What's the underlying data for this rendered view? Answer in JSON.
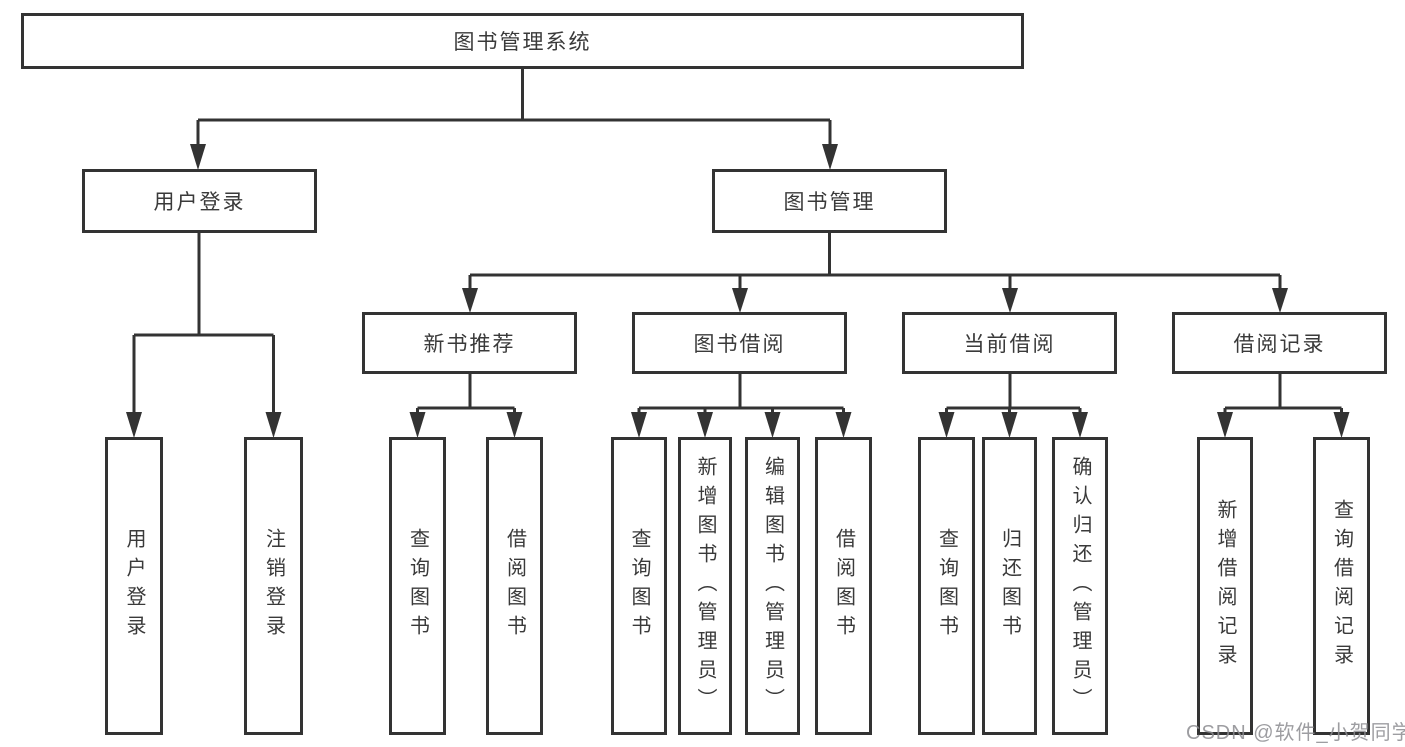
{
  "diagram": {
    "root": {
      "label": "图书管理系统"
    },
    "level2": [
      {
        "label": "用户登录"
      },
      {
        "label": "图书管理"
      }
    ],
    "level3": [
      {
        "label": "新书推荐"
      },
      {
        "label": "图书借阅"
      },
      {
        "label": "当前借阅"
      },
      {
        "label": "借阅记录"
      }
    ],
    "leaves": {
      "user_login": [
        {
          "label": "用户登录"
        },
        {
          "label": "注销登录"
        }
      ],
      "new_book": [
        {
          "label": "查询图书"
        },
        {
          "label": "借阅图书"
        }
      ],
      "book_borrow": [
        {
          "label": "查询图书"
        },
        {
          "label": "新增图书（管理员）"
        },
        {
          "label": "编辑图书（管理员）"
        },
        {
          "label": "借阅图书"
        }
      ],
      "current_borrow": [
        {
          "label": "查询图书"
        },
        {
          "label": "归还图书"
        },
        {
          "label": "确认归还（管理员）"
        }
      ],
      "borrow_record": [
        {
          "label": "新增借阅记录"
        },
        {
          "label": "查询借阅记录"
        }
      ]
    }
  },
  "watermark": {
    "text": "CSDN @软件_小贺同学"
  },
  "colors": {
    "line": "#333333",
    "text": "#3a3a3a",
    "box_background": "#ffffff",
    "watermark": "#8c8c91",
    "background": "#ffffff"
  }
}
